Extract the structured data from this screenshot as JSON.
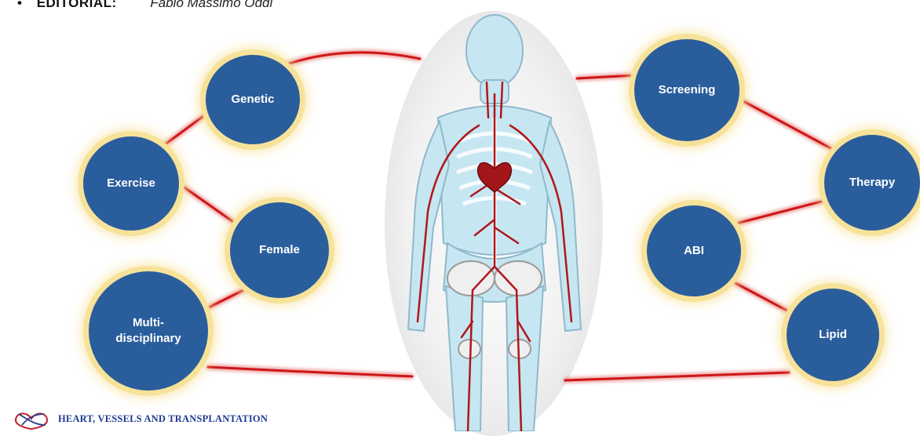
{
  "header": {
    "bullet": "•",
    "label": "EDITORIAL:",
    "author": "Fabio Massimo Oddi"
  },
  "nodes": {
    "genetic": "Genetic",
    "exercise": "Exercise",
    "female": "Female",
    "multidisciplinary": "Multi-\ndisciplinary",
    "screening": "Screening",
    "therapy": "Therapy",
    "abi": "ABI",
    "lipid": "Lipid"
  },
  "footer": {
    "journal": "HEART, VESSELS AND TRANSPLANTATION"
  },
  "colors": {
    "node_fill": "#2a5d9c",
    "node_ring": "#f7e29a",
    "link": "#d01818",
    "footer_text": "#1f3a93"
  }
}
